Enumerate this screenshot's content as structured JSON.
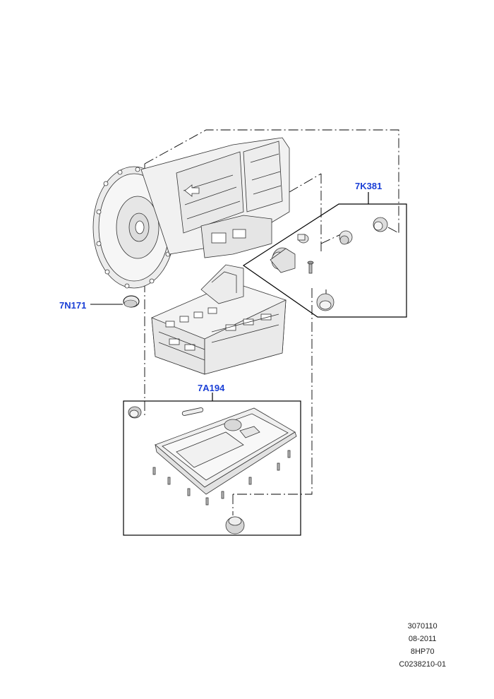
{
  "colors": {
    "callout": "#1a3fd6",
    "line": "#000000",
    "part_stroke": "#333333",
    "part_fill": "#f2f2f2",
    "background": "#ffffff"
  },
  "callouts": {
    "main_assembly": "7K381",
    "plug": "7N171",
    "oil_pan": "7A194"
  },
  "footer": {
    "line1": "3070110",
    "line2": "08-2011",
    "line3": "8HP70",
    "line4": "C0238210-01"
  }
}
